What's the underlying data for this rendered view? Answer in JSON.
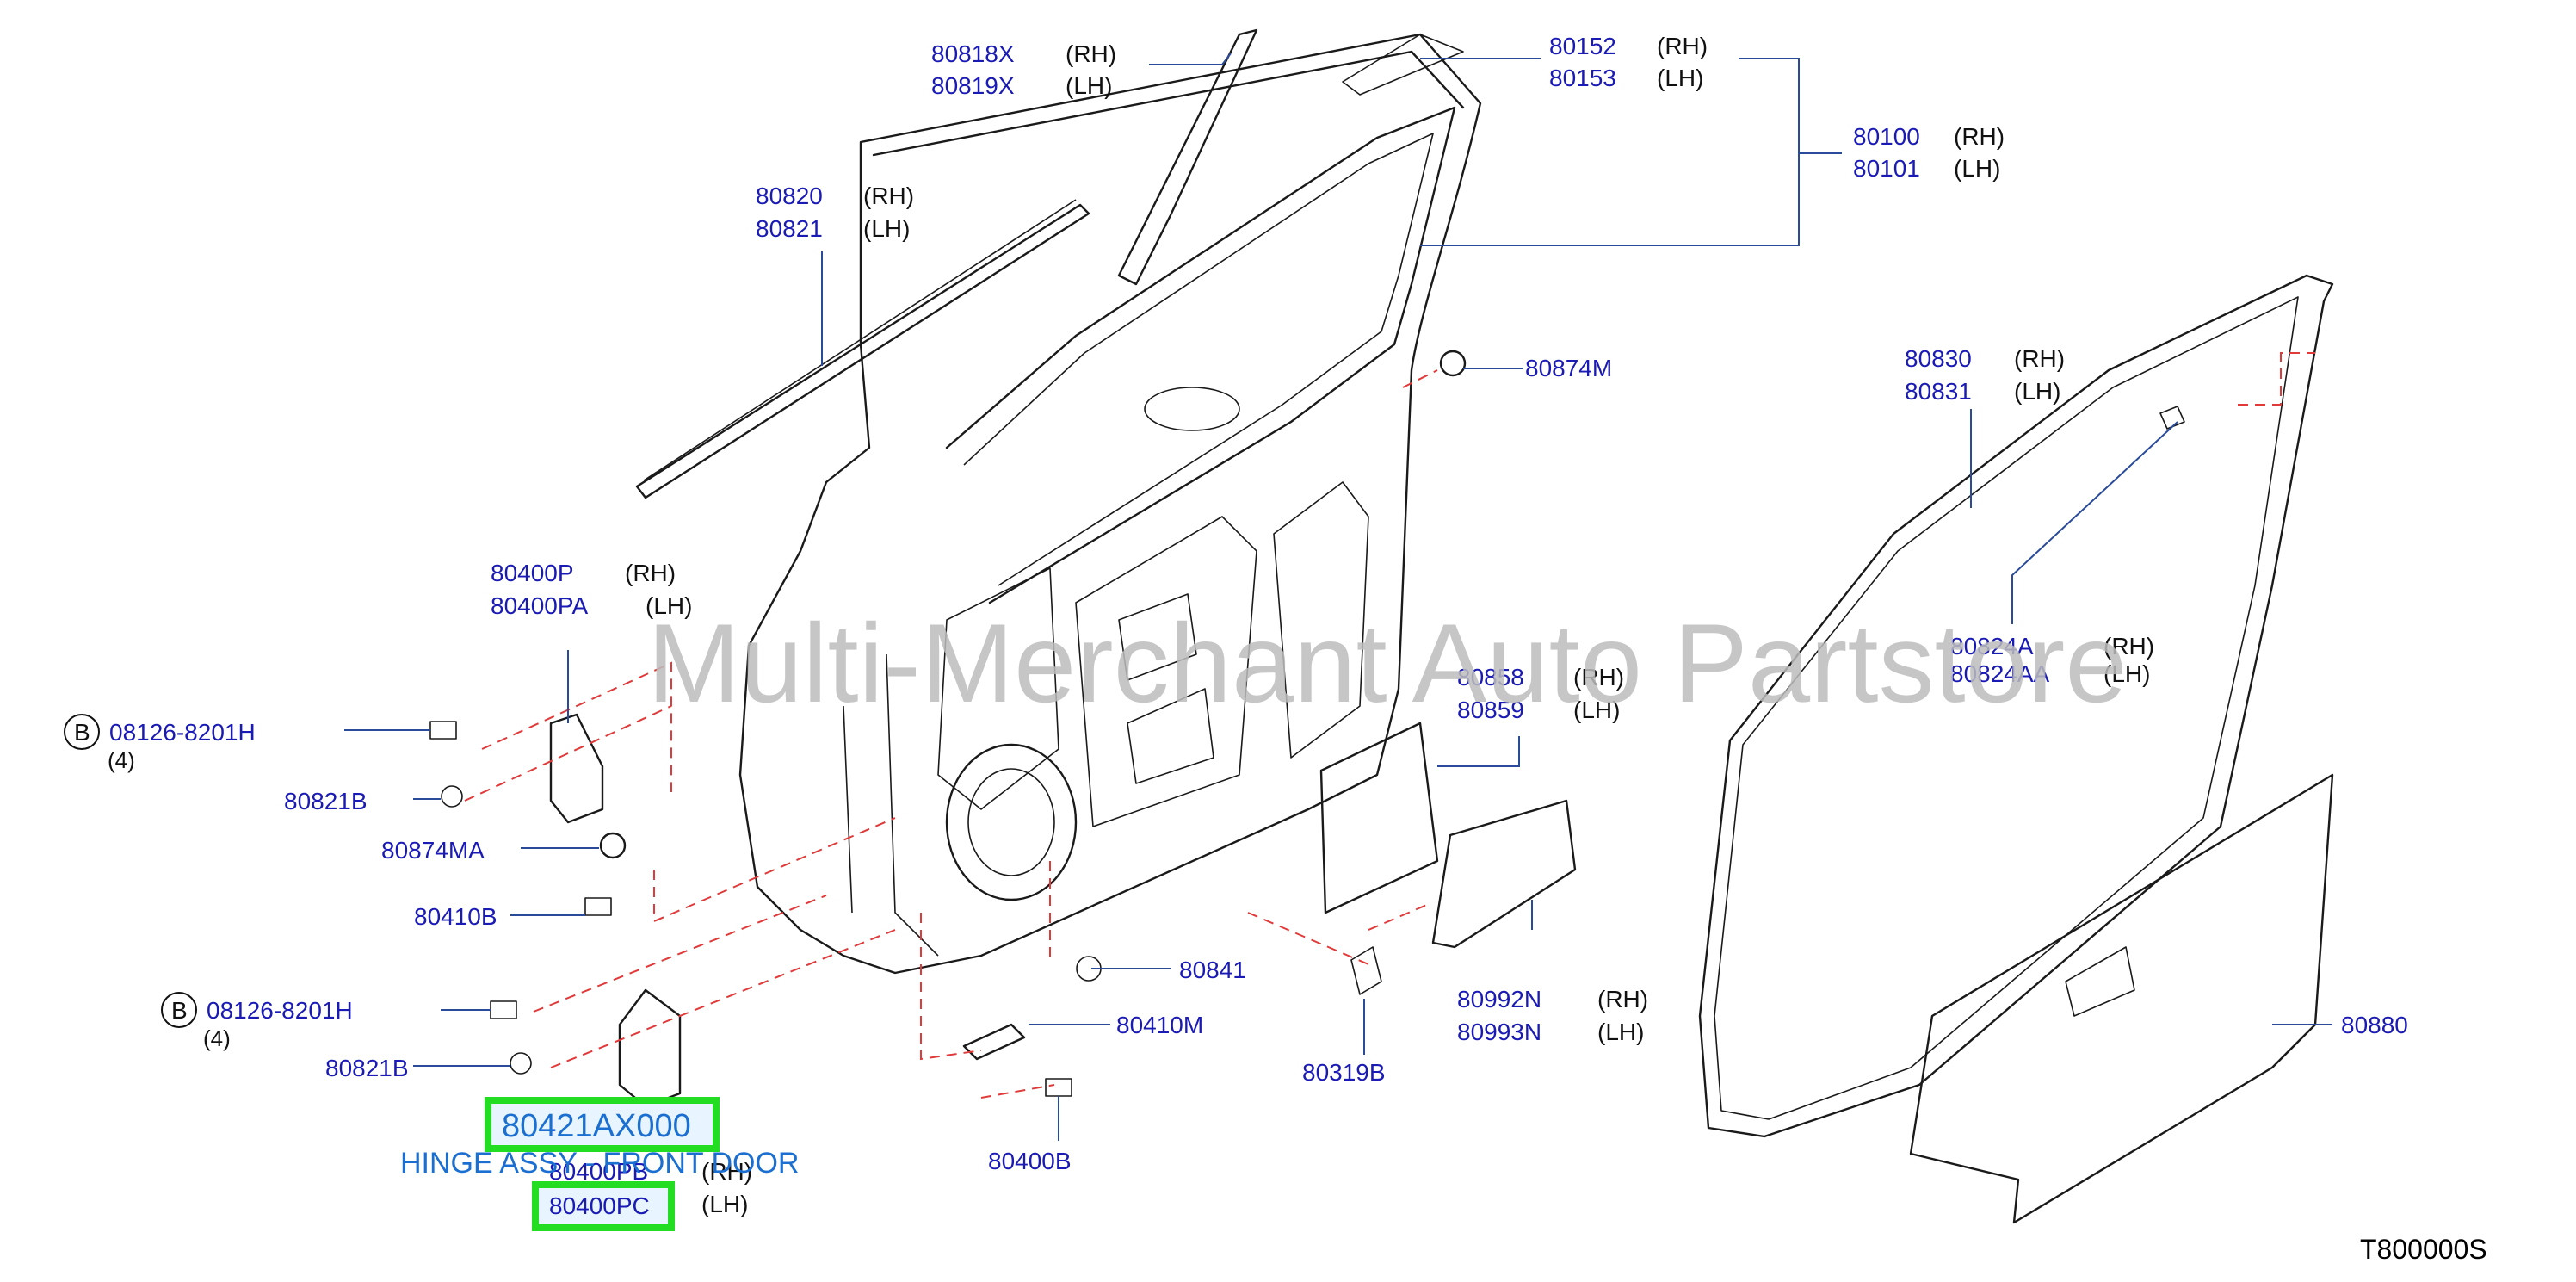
{
  "watermark": "Multi-Merchant Auto Partstore",
  "diagram_code": "T800000S",
  "callouts": {
    "c80818": {
      "pn": [
        "80818X",
        "80819X"
      ],
      "side": [
        "(RH)",
        "(LH)"
      ]
    },
    "c80152": {
      "pn": [
        "80152",
        "80153"
      ],
      "side": [
        "(RH)",
        "(LH)"
      ]
    },
    "c80100": {
      "pn": [
        "80100",
        "80101"
      ],
      "side": [
        "(RH)",
        "(LH)"
      ]
    },
    "c80820": {
      "pn": [
        "80820",
        "80821"
      ],
      "side": [
        "(RH)",
        "(LH)"
      ]
    },
    "c80874m": {
      "pn": "80874M"
    },
    "c80830": {
      "pn": [
        "80830",
        "80831"
      ],
      "side": [
        "(RH)",
        "(LH)"
      ]
    },
    "c80400p": {
      "pn": [
        "80400P",
        "80400PA"
      ],
      "side": [
        "(RH)",
        "(LH)"
      ]
    },
    "c80824a": {
      "pn": [
        "80824A",
        "80824AA"
      ],
      "side": [
        "(RH)",
        "(LH)"
      ]
    },
    "c08126a": {
      "ref": "B",
      "pn": "08126-8201H",
      "qty": "(4)"
    },
    "c80858": {
      "pn": [
        "80858",
        "80859"
      ],
      "side": [
        "(RH)",
        "(LH)"
      ]
    },
    "c80821b_a": {
      "pn": "80821B"
    },
    "c80874ma": {
      "pn": "80874MA"
    },
    "c80410b": {
      "pn": "80410B"
    },
    "c80841": {
      "pn": "80841"
    },
    "c08126b": {
      "ref": "B",
      "pn": "08126-8201H",
      "qty": "(4)"
    },
    "c80992n": {
      "pn": [
        "80992N",
        "80993N"
      ],
      "side": [
        "(RH)",
        "(LH)"
      ]
    },
    "c80410m": {
      "pn": "80410M"
    },
    "c80880": {
      "pn": "80880"
    },
    "c80821b_b": {
      "pn": "80821B"
    },
    "c80319b": {
      "pn": "80319B"
    },
    "c80400pb": {
      "pn": [
        "80400PB",
        "80400PC"
      ],
      "side": [
        "(RH)",
        "(LH)"
      ]
    },
    "c80400b": {
      "pn": "80400B"
    }
  },
  "highlight": {
    "part_number": "80421AX000",
    "description": "HINGE ASSY - FRONT DOOR",
    "highlight_color": "#22dd22",
    "text_color": "#1a6fd0"
  },
  "colors": {
    "part_number": "#1a1ab4",
    "leader_line": "#2a4a9a",
    "dashed_guide": "#e03a3a",
    "outline": "#1a1a1a"
  }
}
